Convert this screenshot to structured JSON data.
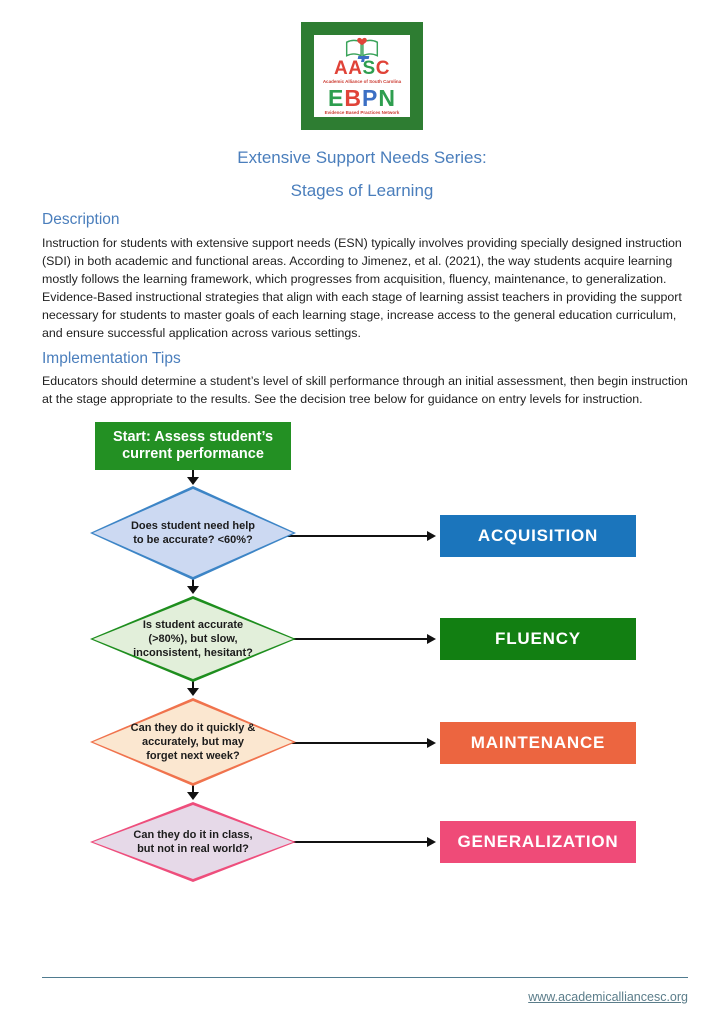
{
  "logo": {
    "top_acronym_letters": [
      "A",
      "A",
      "S",
      "C"
    ],
    "top_subtext": "Academic Alliance of South Carolina",
    "bottom_acronym_letters": [
      "E",
      "B",
      "P",
      "N"
    ],
    "bottom_subtext": "Evidence Based Practices Network"
  },
  "title": {
    "line1": "Extensive Support Needs Series:",
    "line2": "Stages of Learning"
  },
  "sections": [
    {
      "heading": "Description",
      "body": "Instruction for students with extensive support needs (ESN) typically involves providing specially designed instruction (SDI) in both academic and functional areas. According to Jimenez, et al. (2021), the way students acquire learning mostly follows the learning framework, which progresses from acquisition, fluency, maintenance, to generalization. Evidence-Based instructional strategies that align with each stage of learning assist teachers in providing the support necessary for students to master goals of each learning stage, increase access to the general education curriculum, and ensure successful application across various settings."
    },
    {
      "heading": "Implementation Tips",
      "body": "Educators should determine a student’s level of skill performance through an initial assessment, then begin instruction at the stage appropriate to the results. See the decision tree below for guidance on entry levels for instruction."
    }
  ],
  "flowchart": {
    "start_label": "Start: Assess student’s current performance",
    "nodes": [
      {
        "question": "Does student need help to be accurate? <60%?",
        "stage": "ACQUISITION",
        "diamond_fill": "#ccd9f2",
        "diamond_border": "#3d85c6",
        "stage_color": "#1b75bc"
      },
      {
        "question": "Is student accurate (>80%), but slow, inconsistent, hesitant?",
        "stage": "FLUENCY",
        "diamond_fill": "#e2efda",
        "diamond_border": "#1e8e1e",
        "stage_color": "#127f12"
      },
      {
        "question": "Can they do it quickly & accurately, but may forget next week?",
        "stage": "MAINTENANCE",
        "diamond_fill": "#fbe7d0",
        "diamond_border": "#f0734d",
        "stage_color": "#ec6540"
      },
      {
        "question": "Can they do it in class, but not in real world?",
        "stage": "GENERALIZATION",
        "diamond_fill": "#e6d9e8",
        "diamond_border": "#ee4e7c",
        "stage_color": "#ef4b78"
      }
    ]
  },
  "footer": {
    "link": "www.academicalliancesc.org"
  },
  "colors": {
    "heading_blue": "#4a7ebc",
    "body_text": "#1f1f1f",
    "logo_frame_green": "#2e7d32",
    "start_box_green": "#239023",
    "arrow_black": "#111111",
    "footer_link": "#5b7d8a"
  }
}
